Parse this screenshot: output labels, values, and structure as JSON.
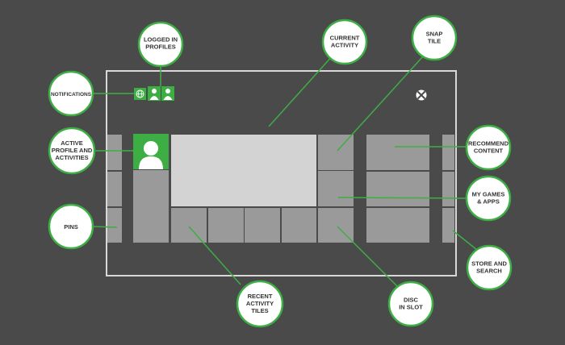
{
  "colors": {
    "background": "#4a4a4a",
    "accent_green": "#3dae44",
    "tile_gray": "#9a9a9a",
    "tile_light": "#d3d3d3",
    "screen_border": "#d8d8d8"
  },
  "icons": {
    "xbox_logo": "xbox-logo-icon",
    "notification": "globe-icon",
    "profile": "person-icon"
  },
  "callouts": {
    "logged_in_profiles": [
      "LOGGED IN",
      "PROFILES"
    ],
    "current_activity": [
      "CURRENT",
      "ACTIVITY"
    ],
    "snap_tile": [
      "SNAP",
      "TILE"
    ],
    "notifications": [
      "NOTIFICATIONS"
    ],
    "active_profile": [
      "ACTIVE",
      "PROFILE AND",
      "ACTIVITIES"
    ],
    "recommend_content": [
      "RECOMMEND",
      "CONTENT"
    ],
    "my_games_apps": [
      "MY GAMES",
      "& APPS"
    ],
    "pins": [
      "PINS"
    ],
    "store_search": [
      "STORE AND",
      "SEARCH"
    ],
    "recent_activity": [
      "RECENT",
      "ACTIVITY",
      "TILES"
    ],
    "disc_in_slot": [
      "DISC",
      "IN SLOT"
    ]
  }
}
